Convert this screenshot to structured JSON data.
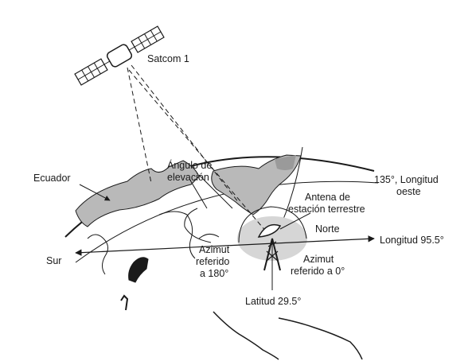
{
  "diagram": {
    "satellite_label": "Satcom 1",
    "elevation_label": [
      "Ángulo de",
      "elevación"
    ],
    "equator_label": "Ecuador",
    "longitude_135_label": [
      "135°, Longitud",
      "oeste"
    ],
    "antenna_label": [
      "Antena de",
      "estación terrestre"
    ],
    "north_label": "Norte",
    "longitude_95_label": "Longitud 95.5°",
    "south_label": "Sur",
    "azimuth_180_label": [
      "Azimut",
      "referido",
      "a 180°"
    ],
    "azimuth_0_label": [
      "Azimut",
      "referido a 0°"
    ],
    "latitude_label": "Latitud 29.5°",
    "colors": {
      "ink": "#1a1a1a",
      "land": "#b9b9b9",
      "land_dark": "#9a9a9a",
      "shade": "#d6d6d6"
    }
  }
}
